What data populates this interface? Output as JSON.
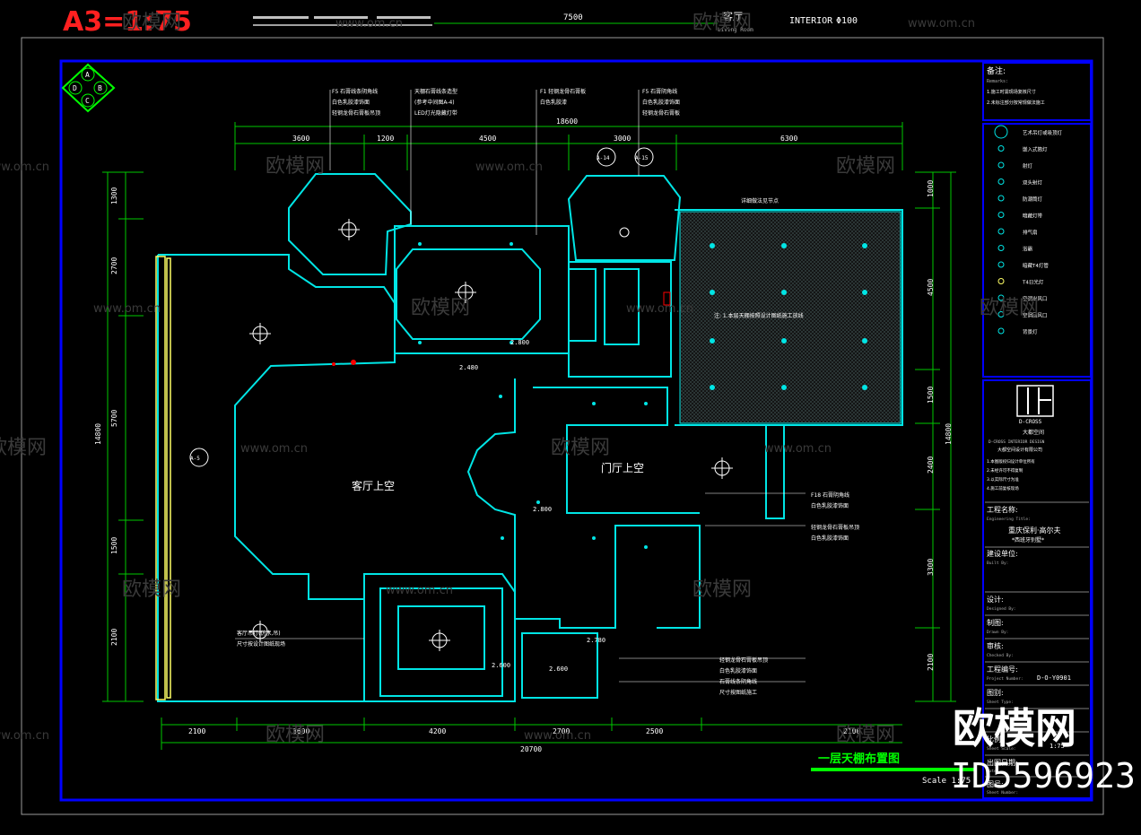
{
  "sheet": {
    "scale_tag": "A3=1:75",
    "header_dim": "7500",
    "header_room": "客厅",
    "header_room_en": "Living Room",
    "header_interior": "INTERIOR",
    "header_code": "Φ100",
    "compass": [
      "A",
      "B",
      "C",
      "D"
    ],
    "title": "一层天棚布置图",
    "scale_label": "Scale 1:75"
  },
  "dimensions": {
    "top_total": "18600",
    "top": [
      "3600",
      "1200",
      "4500",
      "3000",
      "6300"
    ],
    "bottom_total": "20700",
    "bottom": [
      "2100",
      "3600",
      "4200",
      "2700",
      "2500",
      "2100"
    ],
    "left_total": "14800",
    "left": [
      "1300",
      "2700",
      "5700",
      "1500",
      "2100"
    ],
    "right_total": "14800",
    "right": [
      "1000",
      "4500",
      "1500",
      "2400",
      "3300",
      "2100"
    ]
  },
  "rooms": {
    "living": "客厅上空",
    "foyer": "门厅上空"
  },
  "heights": [
    "2.800",
    "2.480",
    "2.800",
    "2.780",
    "2.600",
    "2.600"
  ],
  "callouts": {
    "c1": [
      "F5 石膏线条阴角线",
      "白色乳胶漆饰面",
      "轻钢龙骨石膏板吊顶"
    ],
    "c2": [
      "天棚石膏线条造型",
      "(参考中间图A-4)",
      "LED灯光隐藏灯带"
    ],
    "c3": [
      "F1 轻钢龙骨石膏板",
      "白色乳胶漆"
    ],
    "c4": [
      "F5 石膏阴角线",
      "白色乳胶漆饰面",
      "轻钢龙骨石膏板"
    ],
    "c5": [
      "F18 石膏阴角线",
      "白色乳胶漆饰面"
    ],
    "c6": [
      "轻钢龙骨石膏板吊顶",
      "白色乳胶漆饰面"
    ],
    "c7": [
      "客厅吊灯(仿水,吊)",
      "尺寸按设计图纸现场"
    ],
    "c8": [
      "轻钢龙骨石膏板吊顶",
      "白色乳胶漆饰面"
    ],
    "c9": [
      "石膏线条阴角线",
      "尺寸按图纸施工"
    ],
    "roof": "详细做法见节点",
    "roofnote": "注: 1.本层天棚按照设计图纸施工放线"
  },
  "markers": {
    "a5": "A-5",
    "a14": "A-14",
    "a15": "A-15"
  },
  "notes": {
    "heading": "备注:",
    "heading_en": "Remarks:",
    "lines": [
      "1.施工时需现场复核尺寸",
      "2.未标注部分按常规做法施工"
    ]
  },
  "legend": [
    "艺术吊灯或吸顶灯",
    "嵌入式筒灯",
    "射灯",
    "双头射灯",
    "防潮筒灯",
    "暗藏灯带",
    "排气扇",
    "浴霸",
    "暗藏T4灯管",
    "T4日光灯",
    "空调出风口",
    "空调回风口",
    "背景灯"
  ],
  "company": {
    "logo": "D-CROSS",
    "name": "大都空间",
    "sub": "D-CROSS INTERIOR DESIGN",
    "fullname": "大都空间设计有限公司",
    "notes": [
      "1.本图版权归设计单位所有",
      "2.未经许可不得复制",
      "3.以实际尺寸为准",
      "4.施工前复核现场"
    ]
  },
  "titleblock": {
    "project_label": "工程名称:",
    "project_label_en": "Engineering Title:",
    "project_name": "重庆保利·高尔夫",
    "project_sub": "*西班牙别墅*",
    "client_label": "建设单位:",
    "client_label_en": "Built By:",
    "design_label": "设计:",
    "design_label_en": "Designed By:",
    "draw_label": "制图:",
    "draw_label_en": "Drawn By:",
    "check_label": "审核:",
    "check_label_en": "Checked By:",
    "number_label": "工程编号:",
    "number_label_en": "Project Number:",
    "number": "D-O-Y0901",
    "drawing_label": "图别:",
    "drawing_label_en": "Sheet Type:",
    "scale_label": "比例:",
    "scale_label_en": "Sheet Scale:",
    "scale": "1:75",
    "date_label": "出图日期:",
    "date_label_en": "Date:",
    "sheet_label": "图号:",
    "sheet_label_en": "Sheet Number:"
  },
  "watermarks": {
    "brand": "欧模网",
    "url": "www.om.cn",
    "big": "欧模网",
    "id": "ID5596923"
  },
  "colors": {
    "frame": "#0000ff",
    "wall": "#00e5e5",
    "annotation": "#ffffff",
    "dim": "#00c800",
    "accent": "#ff0000",
    "title": "#00ff00",
    "yellow": "#ffff66",
    "magenta": "#ff44ff"
  }
}
